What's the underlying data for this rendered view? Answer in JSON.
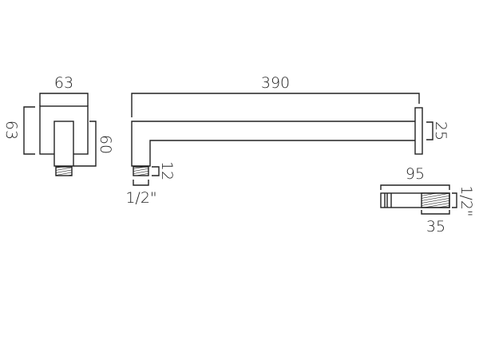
{
  "title": "Shower arm dimension drawing",
  "dimensions": {
    "plate_width": "63",
    "plate_height": "63",
    "elbow_height": "60",
    "arm_length": "390",
    "arm_section": "25",
    "thread_length": "12",
    "thread_size": "1/2\"",
    "cartridge_length": "95",
    "cartridge_thread_length": "35",
    "cartridge_thread_size": "1/2\""
  },
  "colors": {
    "line": "#222222",
    "background": "#ffffff"
  }
}
